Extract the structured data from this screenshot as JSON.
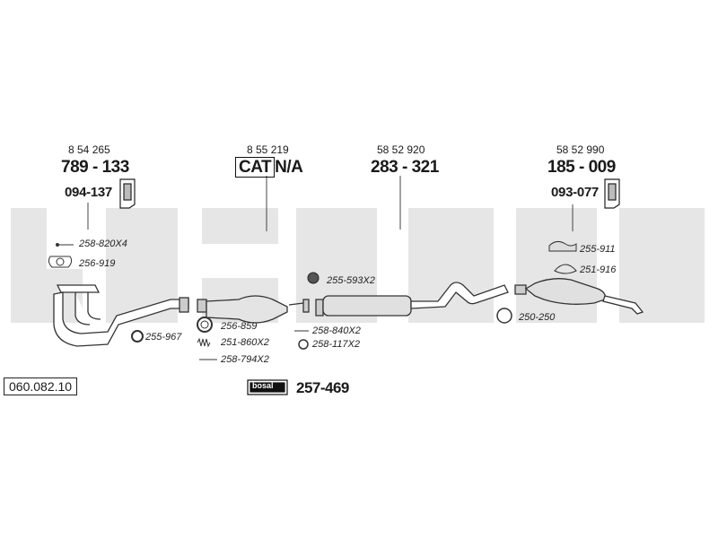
{
  "colors": {
    "watermark": "#e3e3e3",
    "line": "#333333",
    "part_fill": "#cfcfcf"
  },
  "columns": [
    {
      "oe": "8 54 265",
      "part": "789 - 133",
      "sub": "094-137"
    },
    {
      "oe": "8 55 219",
      "part_cat": "CAT",
      "part_rest": "N/A"
    },
    {
      "oe": "58 52 920",
      "part": "283 - 321"
    },
    {
      "oe": "58 52 990",
      "part": "185 - 009",
      "sub": "093-077"
    }
  ],
  "labels": {
    "l1": "258-820X4",
    "l2": "256-919",
    "l3": "255-967",
    "l4": "256-859",
    "l5": "251-860X2",
    "l6": "258-794X2",
    "l7": "255-593X2",
    "l8": "258-840X2",
    "l9": "258-117X2",
    "l10": "255-911",
    "l11": "251-916",
    "l12": "250-250"
  },
  "kit": {
    "logo_text": "bosal",
    "number": "257-469"
  },
  "diagram_ref": "060.082.10"
}
